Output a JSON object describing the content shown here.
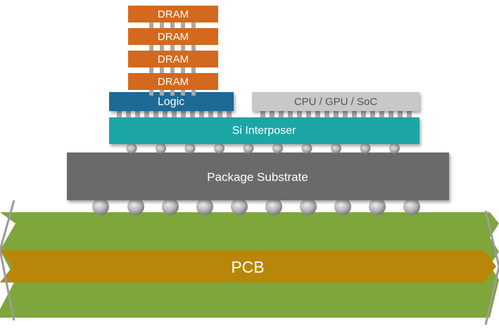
{
  "diagram": {
    "dram_stack": [
      "DRAM",
      "DRAM",
      "DRAM",
      "DRAM"
    ],
    "logic": "Logic",
    "processor": "CPU / GPU / SoC",
    "interposer": "Si Interposer",
    "substrate": "Package Substrate",
    "pcb": "PCB"
  },
  "colors": {
    "dram": "#d2691e",
    "logic": "#1a6a96",
    "processor": "#c8c8c8",
    "interposer": "#1fa6a6",
    "substrate": "#6a6a6a",
    "pcb_green": "#7ea63a",
    "pcb_core": "#b8870a",
    "solder": "#b8b8b8"
  }
}
